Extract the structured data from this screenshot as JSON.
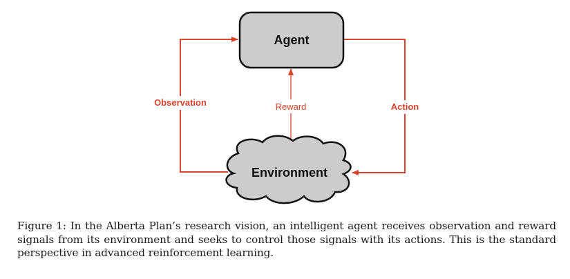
{
  "diagram": {
    "nodes": {
      "agent": "Agent",
      "environment": "Environment"
    },
    "edges": {
      "observation": "Observation",
      "reward": "Reward",
      "action": "Action"
    },
    "colors": {
      "edge": "#d9432b",
      "node_fill": "#cccccc",
      "node_stroke": "#111111"
    }
  },
  "caption": {
    "text": "Figure 1: In the Alberta Plan’s research vision, an intelligent agent receives observation and reward signals from its environment and seeks to control those signals with its actions. This is the standard perspective in advanced reinforcement learning."
  }
}
